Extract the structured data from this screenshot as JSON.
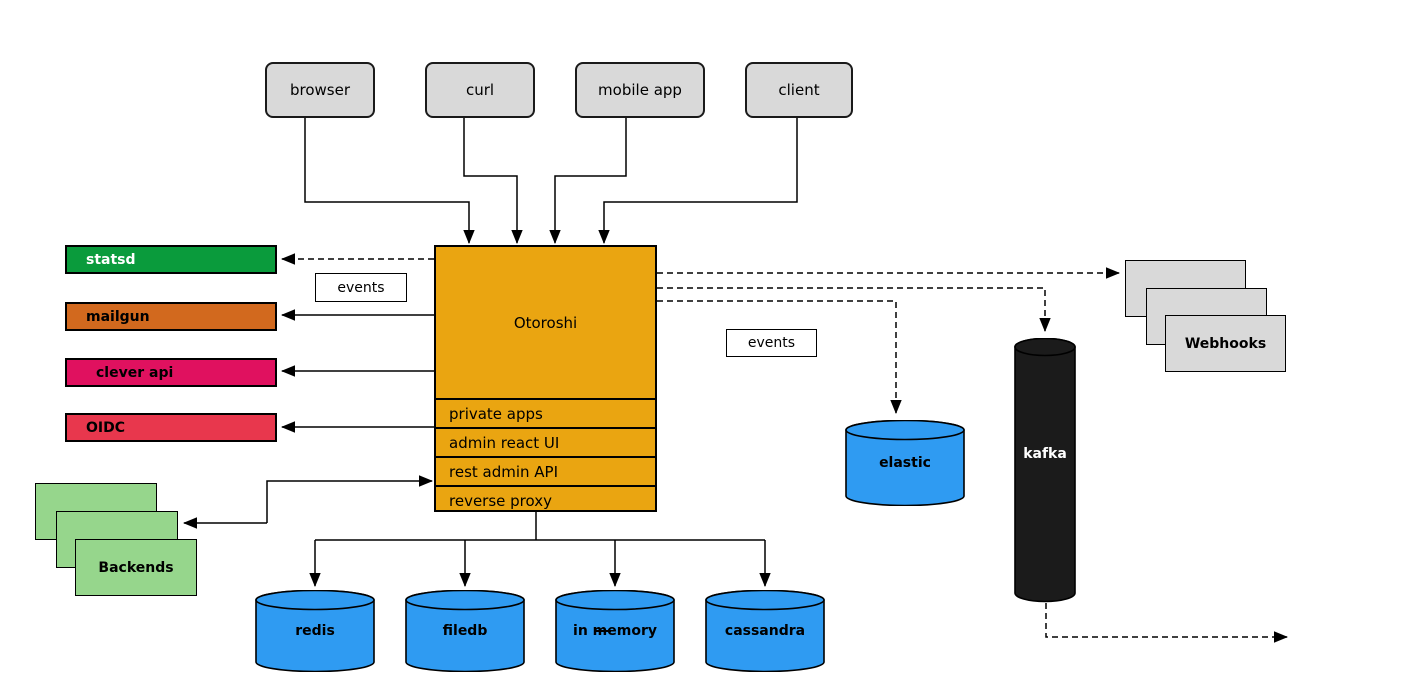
{
  "colors": {
    "client_box": "#d9d9d9",
    "otoroshi": "#eaa511",
    "statsd": "#0a9b3c",
    "mailgun": "#d2691e",
    "clever_api": "#e0115f",
    "oidc": "#e8374d",
    "backends": "#96d68c",
    "datastore": "#2f9bf2",
    "kafka": "#1b1b1b",
    "webhooks": "#d9d9d9"
  },
  "clients": [
    {
      "label": "browser"
    },
    {
      "label": "curl"
    },
    {
      "label": "mobile app"
    },
    {
      "label": "client"
    }
  ],
  "otoroshi": {
    "title": "Otoroshi",
    "layers": [
      {
        "label": "private apps"
      },
      {
        "label": "admin react UI"
      },
      {
        "label": "rest admin API"
      },
      {
        "label": "reverse proxy"
      }
    ]
  },
  "integrations": [
    {
      "label": "statsd"
    },
    {
      "label": "mailgun"
    },
    {
      "label": "clever api"
    },
    {
      "label": "OIDC"
    }
  ],
  "events": {
    "left": "events",
    "right": "events"
  },
  "backends": {
    "label": "Backends"
  },
  "webhooks": {
    "label": "Webhooks"
  },
  "datastores": [
    {
      "label": "redis"
    },
    {
      "label": "filedb"
    },
    {
      "label": "in memory"
    },
    {
      "label": "cassandra"
    }
  ],
  "elastic": {
    "label": "elastic"
  },
  "kafka": {
    "label": "kafka"
  }
}
